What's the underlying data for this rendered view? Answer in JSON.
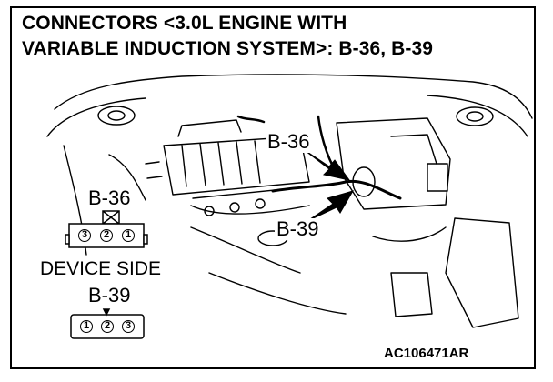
{
  "title": {
    "line1": "CONNECTORS <3.0L ENGINE WITH",
    "line2": "VARIABLE INDUCTION SYSTEM>: B-36, B-39"
  },
  "callouts": {
    "b36": "B-36",
    "b39": "B-39"
  },
  "legend": {
    "b36_label": "B-36",
    "b36_pins": [
      "3",
      "2",
      "1"
    ],
    "device_side": "DEVICE SIDE",
    "b39_label": "B-39",
    "b39_pins": [
      "1",
      "2",
      "3"
    ]
  },
  "figure_code": "AC106471AR"
}
